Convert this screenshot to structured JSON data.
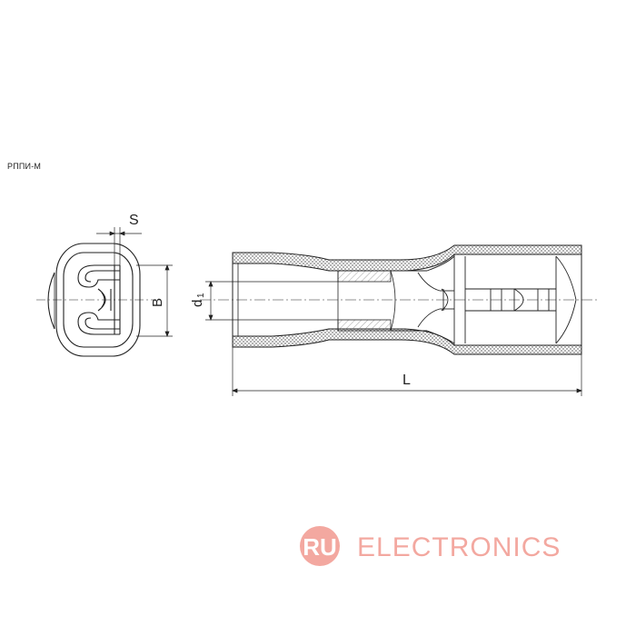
{
  "drawing": {
    "caption": "РППИ-М",
    "dimensions": {
      "thickness": "S",
      "width": "B",
      "inner_diameter": "d",
      "inner_diameter_sub": "1",
      "length": "L"
    }
  },
  "watermark": {
    "badge": "RU",
    "text": "ELECTRONICS",
    "color": "#f29a90"
  },
  "colors": {
    "line": "#222222",
    "hatch": "#555555"
  }
}
